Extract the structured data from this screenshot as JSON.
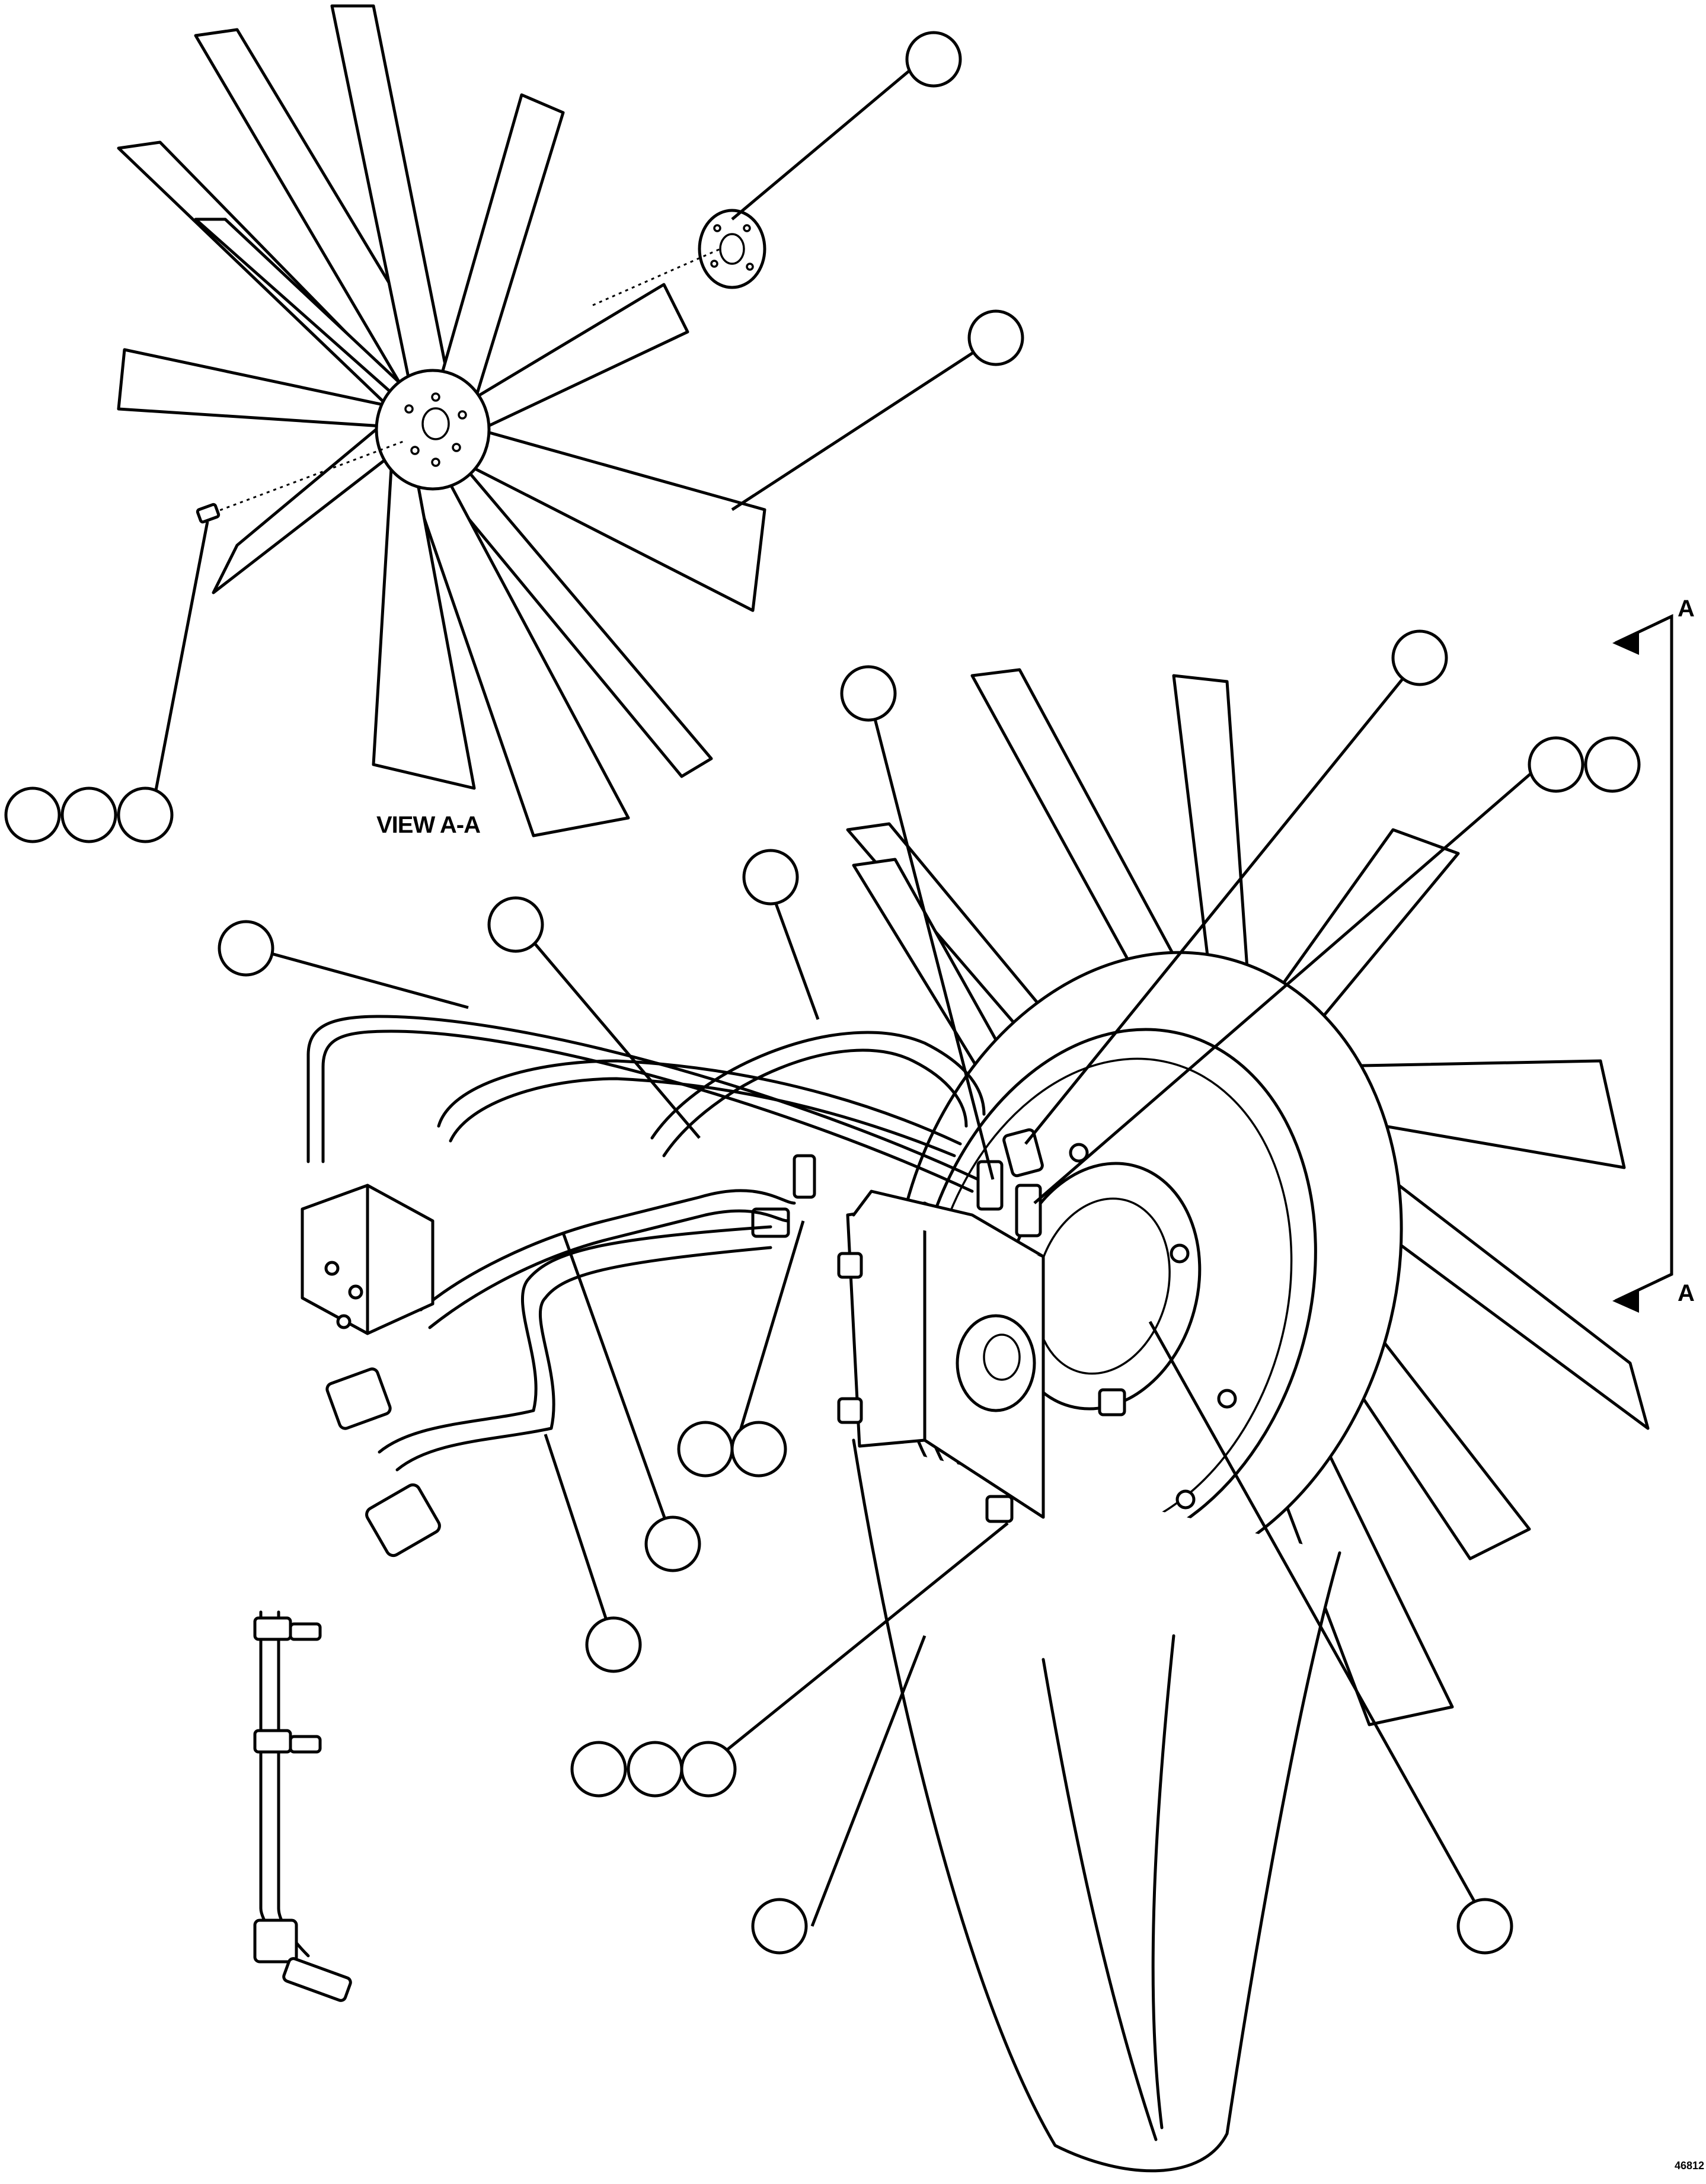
{
  "figure": {
    "view_label": "VIEW A-A",
    "section_marker_top": "A",
    "section_marker_bottom": "A",
    "drawing_code": "46812"
  },
  "callouts": [
    {
      "id": "callout-top-right-hub",
      "label": ""
    },
    {
      "id": "callout-blade",
      "label": ""
    },
    {
      "id": "callout-bolt-1",
      "label": ""
    },
    {
      "id": "callout-bolt-2",
      "label": ""
    },
    {
      "id": "callout-bolt-3",
      "label": ""
    },
    {
      "id": "callout-elbow-fitting",
      "label": ""
    },
    {
      "id": "callout-tee-fitting",
      "label": ""
    },
    {
      "id": "callout-nut-1",
      "label": ""
    },
    {
      "id": "callout-nut-2",
      "label": ""
    },
    {
      "id": "callout-hose-upper",
      "label": ""
    },
    {
      "id": "callout-hose-left",
      "label": ""
    },
    {
      "id": "callout-hose-middle",
      "label": ""
    },
    {
      "id": "callout-connector-1",
      "label": ""
    },
    {
      "id": "callout-connector-2",
      "label": ""
    },
    {
      "id": "callout-hose-lower-a",
      "label": ""
    },
    {
      "id": "callout-hose-lower-b",
      "label": ""
    },
    {
      "id": "callout-mount-1",
      "label": ""
    },
    {
      "id": "callout-mount-2",
      "label": ""
    },
    {
      "id": "callout-mount-3",
      "label": ""
    },
    {
      "id": "callout-shroud",
      "label": ""
    },
    {
      "id": "callout-motor",
      "label": ""
    }
  ]
}
